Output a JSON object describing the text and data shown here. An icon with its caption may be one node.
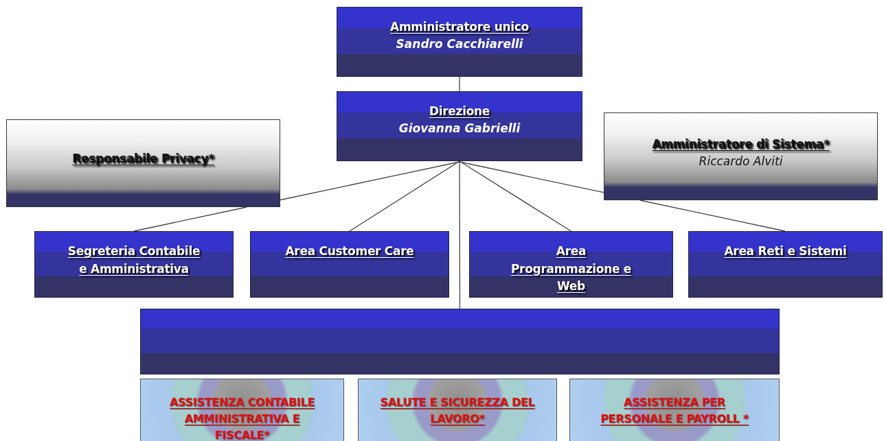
{
  "diagram": {
    "nodes": [
      {
        "text": [
          "Amministratore  unico",
          "Sandro Cacchiarelli"
        ]
      },
      {
        "text": [
          "Direzione",
          "Giovanna Gabrielli"
        ]
      },
      {
        "text": [
          "Responsabile  Privacy*"
        ]
      },
      {
        "text": [
          "Amministratore di Sistema*",
          "Riccardo Alviti"
        ]
      },
      {
        "text": [
          "Segreteria Contabile e Amministrativa"
        ]
      },
      {
        "text": [
          "Area Customer Care"
        ]
      },
      {
        "text": [
          "Area Programmazione e Web"
        ]
      },
      {
        "text": [
          "Area Reti e Sistemi"
        ]
      },
      {
        "text": [],
        "shape": "box"
      },
      {
        "text": [
          "ASSISTENZA CONTABILE AMMINISTRATIVA E FISCALE*"
        ]
      },
      {
        "text": [
          "SALUTE  E SICUREZZA DEL LAVORO*"
        ]
      },
      {
        "text": [
          "ASSISTENZA PER PERSONALE E PAYROLL *"
        ]
      }
    ],
    "edges": [
      {
        "from": 0,
        "to": 1,
        "arrow": "none"
      },
      {
        "from": 1,
        "to": 2,
        "arrow": "none"
      },
      {
        "from": 2,
        "to": 4,
        "arrow": "none"
      },
      {
        "from": 1,
        "to": 5,
        "arrow": "none"
      },
      {
        "from": 1,
        "to": 6,
        "arrow": "none"
      },
      {
        "from": 1,
        "to": 3,
        "arrow": "none"
      },
      {
        "from": 3,
        "to": 7,
        "arrow": "none"
      },
      {
        "from": 1,
        "to": 8,
        "arrow": "none"
      }
    ]
  }
}
